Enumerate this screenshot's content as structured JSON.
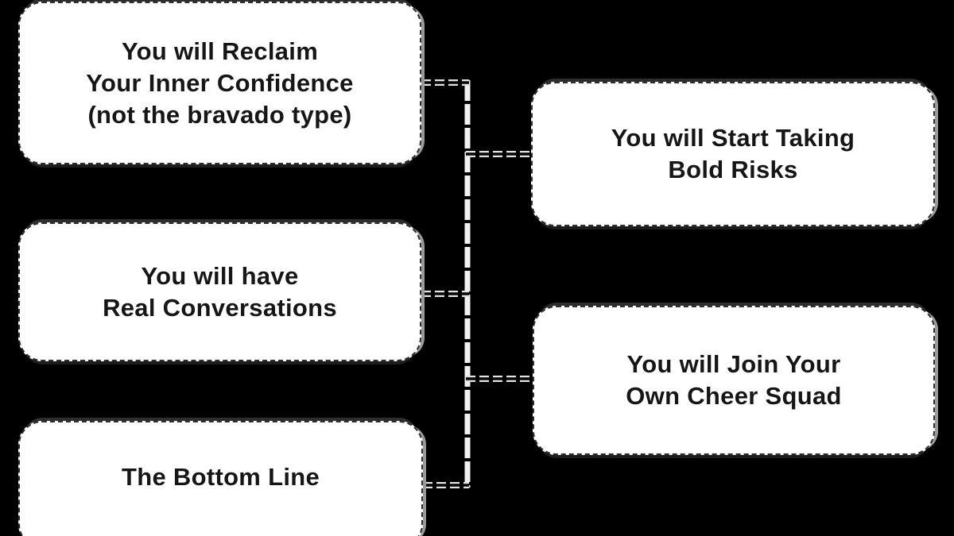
{
  "canvas": {
    "background_color": "#000000",
    "node_fill_color": "#ffffff",
    "node_text_color": "#161616",
    "connector_color": "#e2e2e2"
  },
  "diagram": {
    "nodes": [
      {
        "id": "reclaim-inner-confidence",
        "lines": [
          "You will Reclaim",
          "Your Inner Confidence",
          "(not the bravado type)"
        ]
      },
      {
        "id": "real-conversations",
        "lines": [
          "You will have",
          "Real Conversations"
        ]
      },
      {
        "id": "the-bottom-line",
        "lines": [
          "The Bottom Line"
        ]
      },
      {
        "id": "start-taking-bold-risks",
        "lines": [
          "You will Start Taking",
          "Bold Risks"
        ]
      },
      {
        "id": "join-own-cheer-squad",
        "lines": [
          "You will Join Your",
          "Own Cheer Squad"
        ]
      }
    ],
    "edges": [
      {
        "from": "reclaim-inner-confidence",
        "to": "trunk"
      },
      {
        "from": "real-conversations",
        "to": "trunk"
      },
      {
        "from": "the-bottom-line",
        "to": "trunk"
      },
      {
        "from": "trunk",
        "to": "start-taking-bold-risks"
      },
      {
        "from": "trunk",
        "to": "join-own-cheer-squad"
      }
    ]
  }
}
